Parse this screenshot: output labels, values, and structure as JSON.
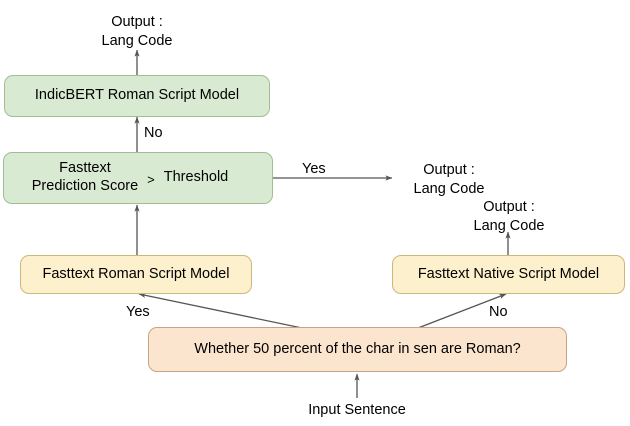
{
  "diagram": {
    "title": "Language identification pipeline flowchart",
    "colors": {
      "green_fill": "#d9ead3",
      "yellow_fill": "#fdf0cd",
      "orange_fill": "#fce5cf",
      "stroke": "#999999",
      "arrow": "#555555",
      "text": "#000000"
    },
    "nodes": {
      "indicbert": {
        "label": "IndicBERT Roman Script Model",
        "fill": "green"
      },
      "threshold": {
        "left_line1": "Fasttext",
        "left_line2": "Prediction Score",
        "operator": ">",
        "right": "Threshold",
        "fill": "green"
      },
      "fasttext_roman": {
        "label": "Fasttext Roman Script Model",
        "fill": "yellow"
      },
      "fasttext_native": {
        "label": "Fasttext Native Script Model",
        "fill": "yellow"
      },
      "decision": {
        "label": "Whether 50 percent of the char in sen are Roman?",
        "fill": "orange"
      }
    },
    "terminals": {
      "output_top": {
        "line1": "Output :",
        "line2": "Lang Code"
      },
      "output_yes": {
        "line1": "Output :",
        "line2": "Lang Code"
      },
      "output_native": {
        "line1": "Output :",
        "line2": "Lang Code"
      },
      "input": {
        "label": "Input Sentence"
      }
    },
    "edge_labels": {
      "threshold_to_indicbert": "No",
      "threshold_to_output_yes": "Yes",
      "decision_to_roman": "Yes",
      "decision_to_native": "No"
    }
  }
}
